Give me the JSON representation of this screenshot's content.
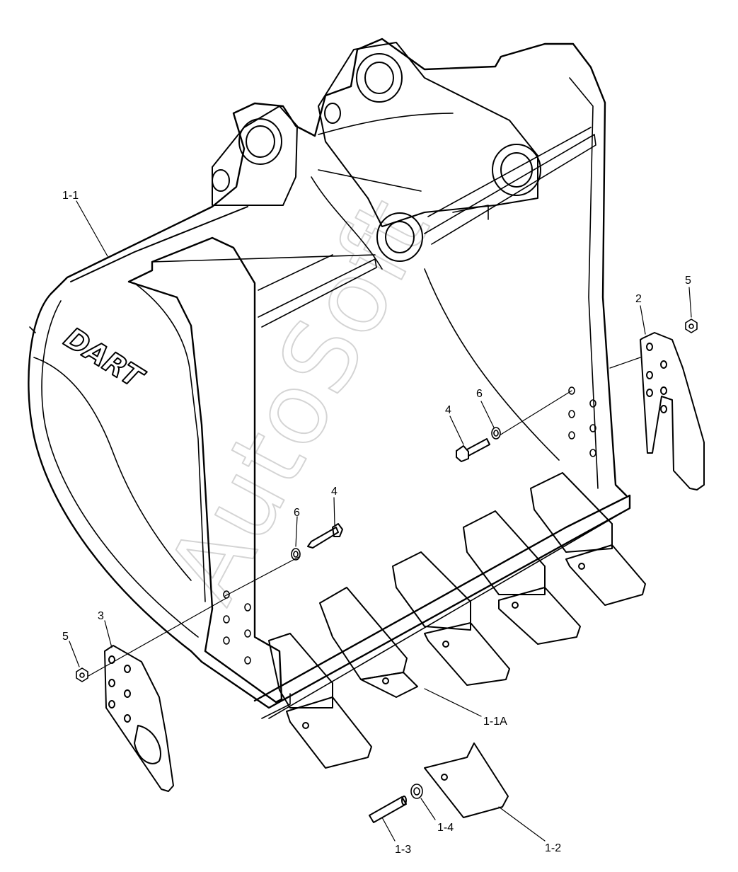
{
  "diagram": {
    "watermark": "AutoSoft",
    "brand_logo": "DART",
    "callouts": [
      "1-1",
      "1-1A",
      "1-2",
      "1-3",
      "1-4",
      "2",
      "3",
      "4",
      "4",
      "5",
      "5",
      "6",
      "6"
    ]
  }
}
